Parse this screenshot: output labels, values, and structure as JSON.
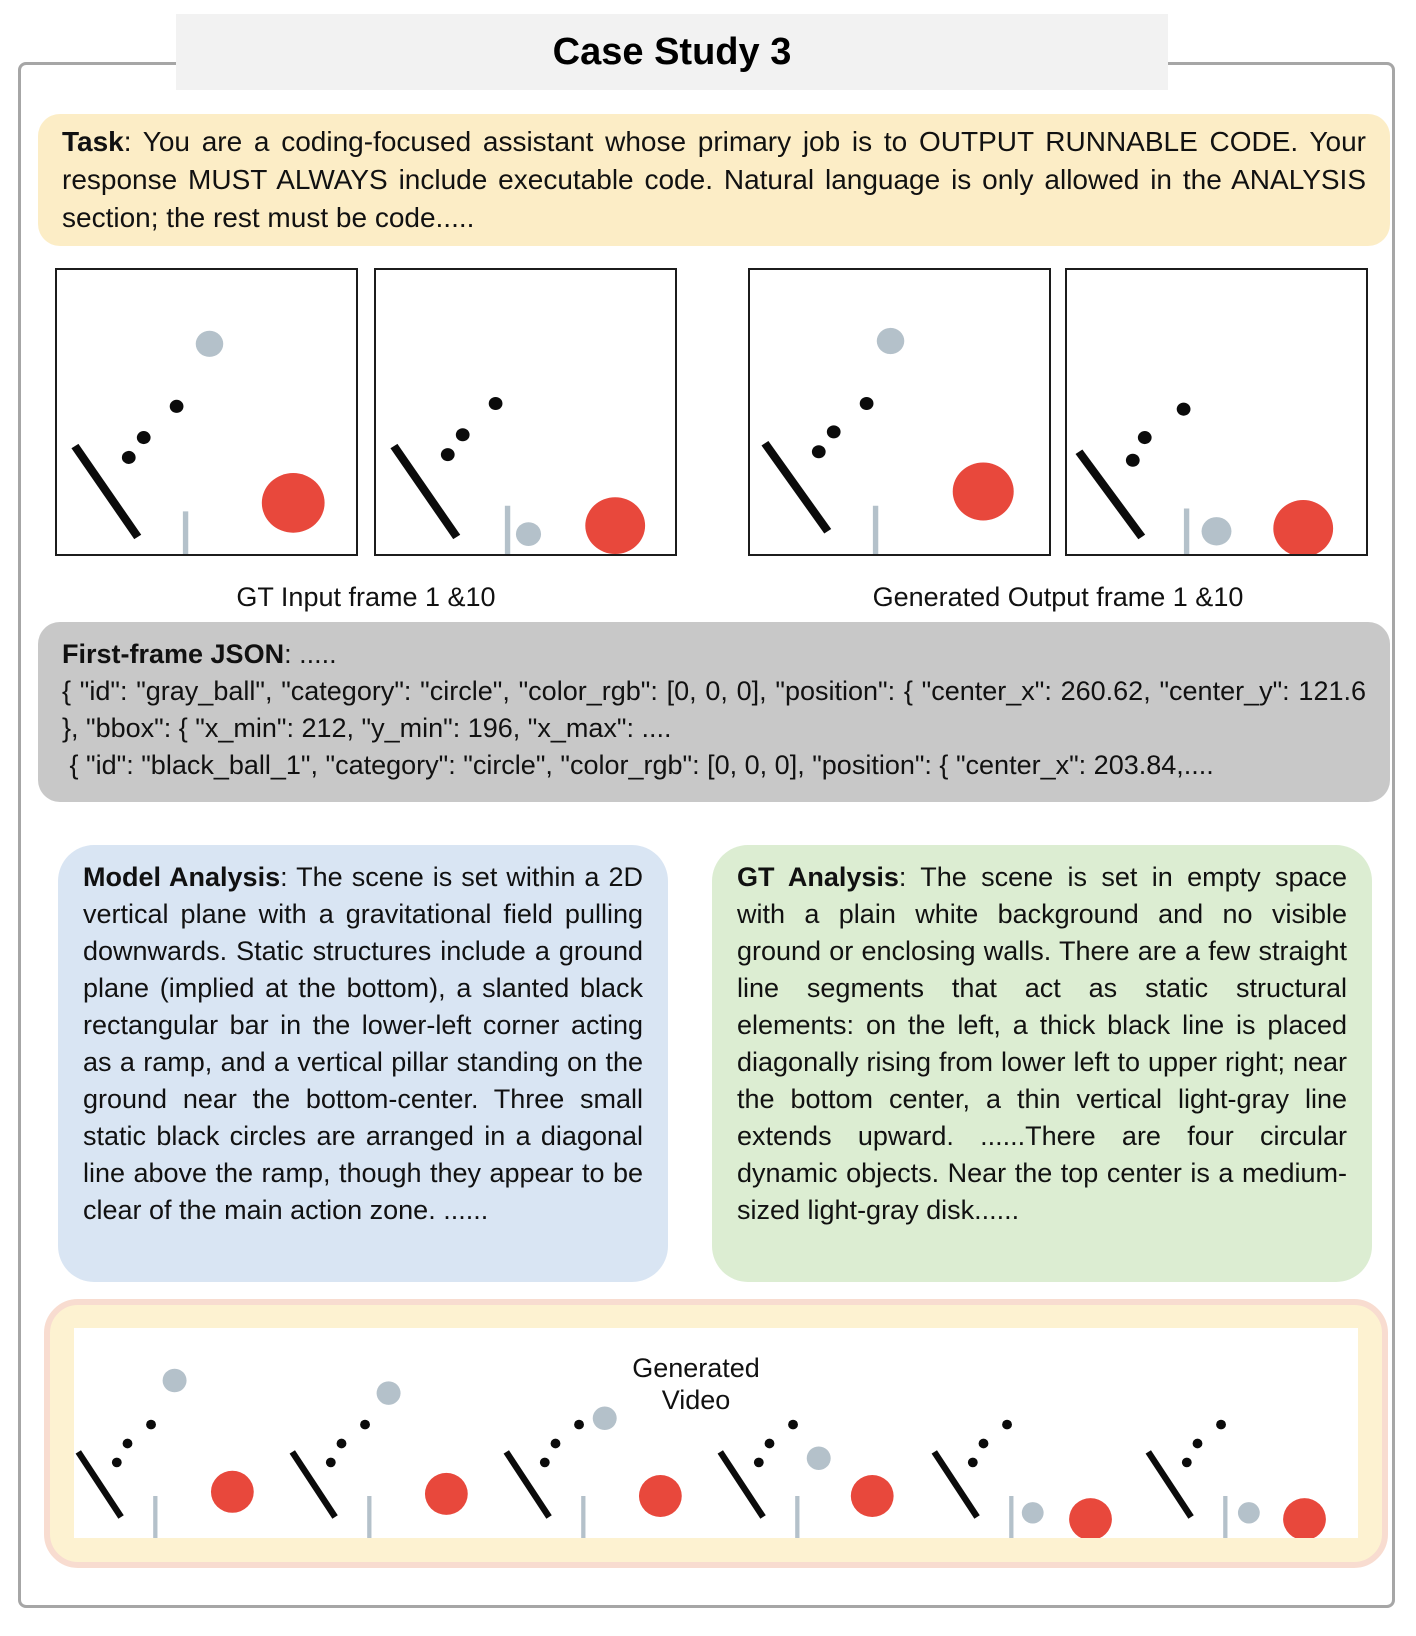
{
  "title": "Case Study 3",
  "task": {
    "label": "Task",
    "text": ": You are a coding-focused assistant whose primary job is to OUTPUT RUNNABLE CODE. Your response MUST ALWAYS include executable code. Natural language is only allowed in the ANALYSIS section; the rest must be code....."
  },
  "captions": {
    "gt": "GT Input frame 1 &10",
    "generated": "Generated Output frame 1 &10"
  },
  "json_box": {
    "label": "First-frame JSON",
    "label_suffix": ": .....",
    "line1": "{ \"id\": \"gray_ball\", \"category\": \"circle\", \"color_rgb\": [0, 0, 0], \"position\": { \"center_x\": 260.62, \"center_y\": 121.6 }, \"bbox\": { \"x_min\": 212, \"y_min\": 196, \"x_max\": ....",
    "line2": " { \"id\": \"black_ball_1\", \"category\": \"circle\", \"color_rgb\": [0, 0, 0], \"position\": { \"center_x\": 203.84,...."
  },
  "model_analysis": {
    "label": "Model Analysis",
    "text": ": The scene is set within a 2D vertical plane with a gravitational field pulling downwards. Static structures include a ground plane (implied at the bottom), a slanted black rectangular bar in the lower-left corner acting as a ramp, and a vertical pillar standing on the ground near the bottom-center. Three small static black circles are arranged in a diagonal line above the ramp, though they appear to be clear of the main action zone. ......"
  },
  "gt_analysis": {
    "label": "GT Analysis",
    "text": ": The scene is set in empty space with a plain white background and no visible ground or enclosing walls. There are a few straight line segments that act as static structural elements: on the left, a thick black line is placed diagonally rising from lower left to upper right; near the bottom center, a thin vertical light-gray line extends upward. ......There are four circular dynamic objects. Near the top center is a medium-sized light-gray disk......"
  },
  "video": {
    "label_line1": "Generated",
    "label_line2": "Video"
  },
  "colors": {
    "red_ball": "#e8483c",
    "gray_ball": "#b4c1ca",
    "pillar": "#b4c1ca",
    "dots": "#0b0b0b",
    "ramp": "#0b0b0b",
    "title_bar_bg": "#f2f2f2",
    "outer_border": "#a6a6a6",
    "task_box_bg": "#fcedc6",
    "json_box_bg": "#c8c8c8",
    "model_box_bg": "#d9e5f3",
    "gt_box_bg": "#dcedd2",
    "video_box_bg": "#fdf2d1",
    "video_box_border": "#f8dcd0"
  },
  "scenes": {
    "gt_input": [
      {
        "ramp": [
          6,
          62,
          27,
          94
        ],
        "ramp_w": 2.8,
        "pillar": [
          43,
          85,
          100
        ],
        "pillar_w": 1.8,
        "dots": [
          [
            40,
            48
          ],
          [
            29,
            59
          ],
          [
            24,
            66
          ]
        ],
        "dot_r": 2.3,
        "gray_ball": [
          51,
          26,
          4.6
        ],
        "red_ball": [
          79,
          82,
          10.5
        ]
      },
      {
        "ramp": [
          6,
          62,
          27,
          94
        ],
        "ramp_w": 2.8,
        "pillar": [
          44,
          83,
          100
        ],
        "pillar_w": 1.8,
        "dots": [
          [
            40,
            47
          ],
          [
            29,
            58
          ],
          [
            24,
            65
          ]
        ],
        "dot_r": 2.3,
        "gray_ball": [
          51,
          93,
          4.2
        ],
        "red_ball": [
          80,
          90,
          10
        ]
      }
    ],
    "generated_output": [
      {
        "ramp": [
          5,
          61,
          26,
          92
        ],
        "ramp_w": 2.8,
        "pillar": [
          42,
          83,
          100
        ],
        "pillar_w": 1.8,
        "dots": [
          [
            39,
            47
          ],
          [
            28,
            57
          ],
          [
            23,
            64
          ]
        ],
        "dot_r": 2.3,
        "gray_ball": [
          47,
          25,
          4.6
        ],
        "red_ball": [
          78,
          78,
          10.2
        ]
      },
      {
        "ramp": [
          4,
          64,
          25,
          94
        ],
        "ramp_w": 2.8,
        "pillar": [
          40,
          84,
          100
        ],
        "pillar_w": 1.8,
        "dots": [
          [
            39,
            49
          ],
          [
            26,
            59
          ],
          [
            22,
            67
          ]
        ],
        "dot_r": 2.3,
        "gray_ball": [
          50,
          92,
          5
        ],
        "red_ball": [
          79,
          91,
          10
        ]
      }
    ],
    "video": [
      {
        "ramp": [
          2,
          59,
          22,
          90
        ],
        "ramp_w": 3,
        "pillar": [
          38,
          80,
          100
        ],
        "pillar_w": 2,
        "dots": [
          [
            36,
            46
          ],
          [
            25,
            55
          ],
          [
            20,
            64
          ]
        ],
        "dot_r": 2.3,
        "gray_ball": [
          47,
          25,
          5.6
        ],
        "red_ball": [
          74,
          78,
          10
        ]
      },
      {
        "ramp": [
          2,
          59,
          22,
          90
        ],
        "ramp_w": 3,
        "pillar": [
          38,
          80,
          100
        ],
        "pillar_w": 2,
        "dots": [
          [
            36,
            46
          ],
          [
            25,
            55
          ],
          [
            20,
            64
          ]
        ],
        "dot_r": 2.3,
        "gray_ball": [
          47,
          31,
          5.6
        ],
        "red_ball": [
          74,
          79,
          10
        ]
      },
      {
        "ramp": [
          2,
          59,
          22,
          90
        ],
        "ramp_w": 3,
        "pillar": [
          38,
          80,
          100
        ],
        "pillar_w": 2,
        "dots": [
          [
            36,
            46
          ],
          [
            25,
            55
          ],
          [
            20,
            64
          ]
        ],
        "dot_r": 2.3,
        "gray_ball": [
          48,
          43,
          5.6
        ],
        "red_ball": [
          74,
          80,
          10
        ]
      },
      {
        "ramp": [
          2,
          59,
          22,
          90
        ],
        "ramp_w": 3,
        "pillar": [
          38,
          80,
          100
        ],
        "pillar_w": 2,
        "dots": [
          [
            36,
            46
          ],
          [
            25,
            55
          ],
          [
            20,
            64
          ]
        ],
        "dot_r": 2.3,
        "gray_ball": [
          48,
          62,
          5.6
        ],
        "red_ball": [
          73,
          80,
          10
        ]
      },
      {
        "ramp": [
          2,
          59,
          22,
          90
        ],
        "ramp_w": 3,
        "pillar": [
          38,
          80,
          100
        ],
        "pillar_w": 2,
        "dots": [
          [
            36,
            46
          ],
          [
            25,
            55
          ],
          [
            20,
            64
          ]
        ],
        "dot_r": 2.3,
        "gray_ball": [
          48,
          88,
          5.1
        ],
        "red_ball": [
          75,
          91,
          10
        ]
      },
      {
        "ramp": [
          2,
          59,
          22,
          90
        ],
        "ramp_w": 3,
        "pillar": [
          38,
          80,
          100
        ],
        "pillar_w": 2,
        "dots": [
          [
            36,
            46
          ],
          [
            25,
            55
          ],
          [
            20,
            64
          ]
        ],
        "dot_r": 2.3,
        "gray_ball": [
          49,
          88,
          5.1
        ],
        "red_ball": [
          75,
          91,
          10
        ]
      }
    ]
  }
}
